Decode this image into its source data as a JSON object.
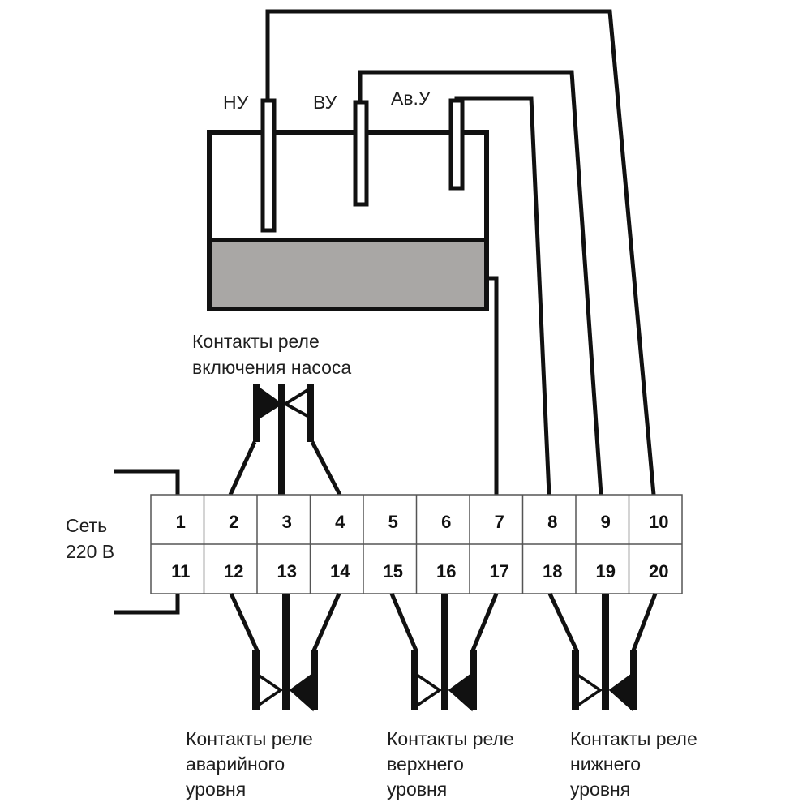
{
  "colors": {
    "line": "#111111",
    "water": "#a9a7a5",
    "terminal_border": "#555555",
    "background": "#ffffff"
  },
  "probes": [
    {
      "label": "НУ",
      "meaning": "lower level",
      "wire_to_terminal": "10"
    },
    {
      "label": "ВУ",
      "meaning": "upper level",
      "wire_to_terminal": "9"
    },
    {
      "label": "Ав.У",
      "meaning": "emergency level",
      "wire_to_terminal": "8"
    }
  ],
  "tank": {
    "common_wire_to_terminal": "7"
  },
  "power": {
    "line1": "Сеть",
    "line2": "220 В",
    "terminals": [
      "1",
      "11"
    ]
  },
  "terminal_block": {
    "top_row": [
      "1",
      "2",
      "3",
      "4",
      "5",
      "6",
      "7",
      "8",
      "9",
      "10"
    ],
    "bottom_row": [
      "11",
      "12",
      "13",
      "14",
      "15",
      "16",
      "17",
      "18",
      "19",
      "20"
    ]
  },
  "relays": {
    "pump": {
      "caption": [
        "Контакты реле",
        "включения насоса"
      ],
      "terminals": [
        "2",
        "3",
        "4"
      ]
    },
    "emergency": {
      "caption": [
        "Контакты реле",
        "аварийного",
        "уровня"
      ],
      "terminals": [
        "12",
        "13",
        "14"
      ]
    },
    "upper": {
      "caption": [
        "Контакты реле",
        "верхнего",
        "уровня"
      ],
      "terminals": [
        "15",
        "16",
        "17"
      ]
    },
    "lower": {
      "caption": [
        "Контакты реле",
        "нижнего",
        "уровня"
      ],
      "terminals": [
        "18",
        "19",
        "20"
      ]
    }
  }
}
